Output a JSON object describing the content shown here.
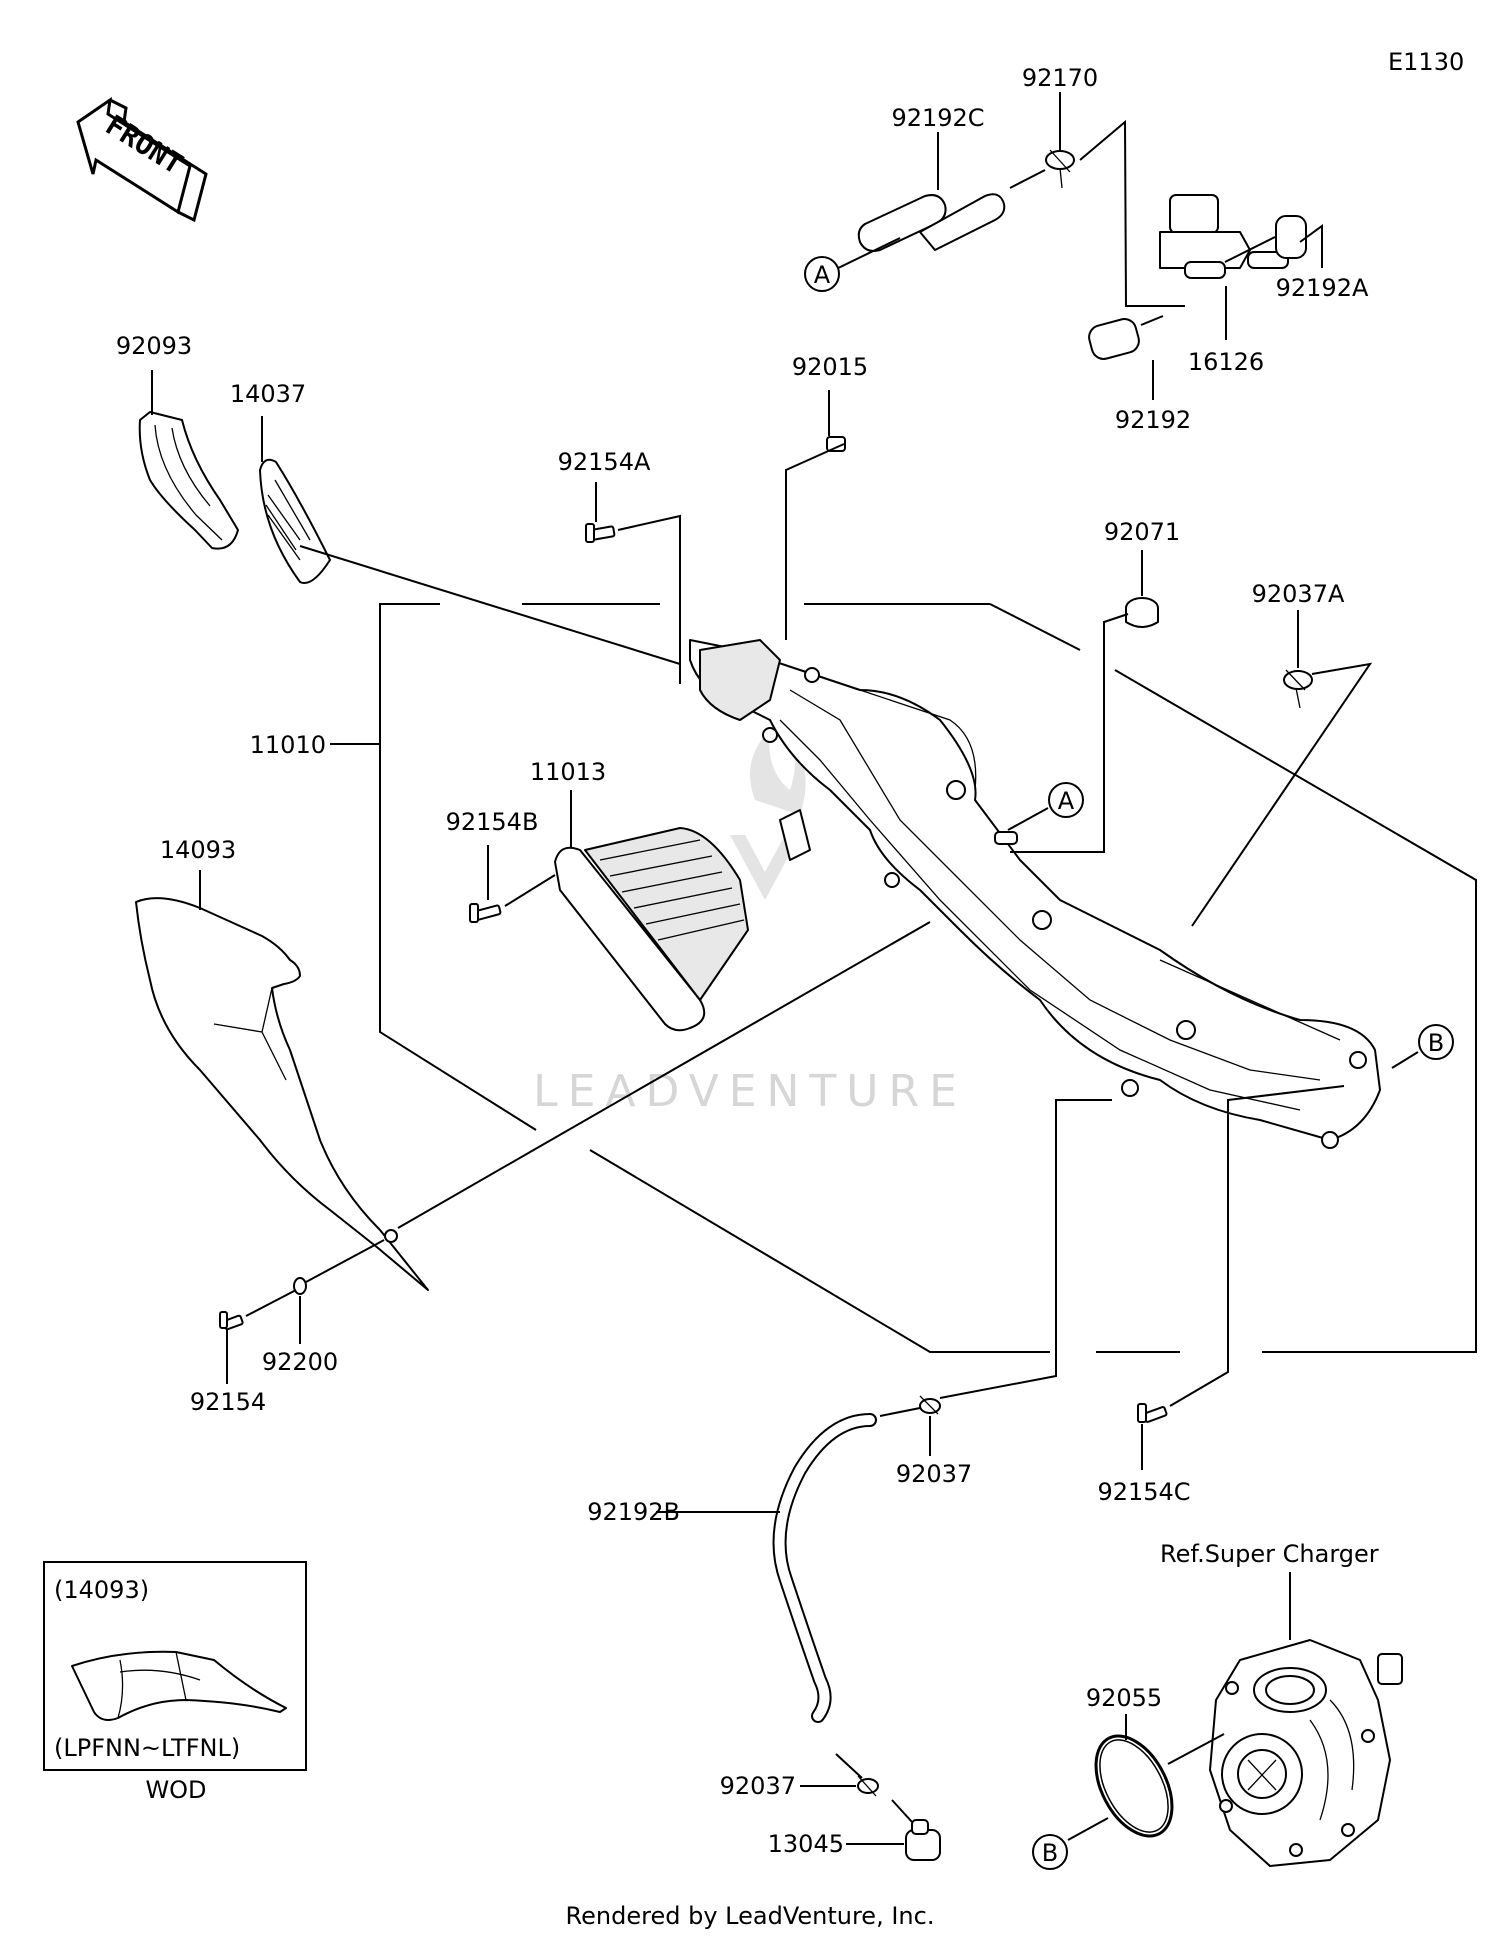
{
  "diagram_code": "E1130",
  "front_label": "FRONT",
  "watermark": "LEADVENTURE",
  "footer": "Rendered by LeadVenture, Inc.",
  "reference_note": "Ref.Super Charger",
  "inset": {
    "top_label": "(14093)",
    "bottom_label": "(LPFNN~LTFNL)",
    "caption": "WOD"
  },
  "callouts": {
    "A_top": "A",
    "A_mid": "A",
    "B_right": "B",
    "B_bottom": "B"
  },
  "part_numbers": {
    "p92170": "92170",
    "p92192C": "92192C",
    "p92192A": "92192A",
    "p16126": "16126",
    "p92192": "92192",
    "p92093": "92093",
    "p14037": "14037",
    "p92015": "92015",
    "p92154A": "92154A",
    "p92071": "92071",
    "p92037A": "92037A",
    "p11010": "11010",
    "p11013": "11013",
    "p92154B": "92154B",
    "p14093": "14093",
    "p92200": "92200",
    "p92154": "92154",
    "p92037_upper": "92037",
    "p92154C": "92154C",
    "p92192B": "92192B",
    "p92055": "92055",
    "p92037_lower": "92037",
    "p13045": "13045"
  }
}
